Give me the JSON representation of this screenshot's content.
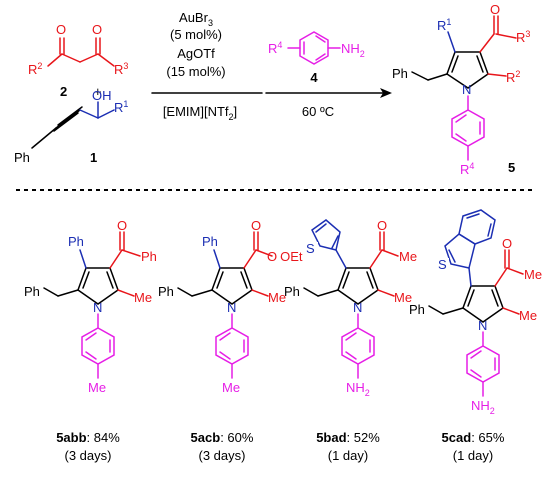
{
  "scheme": {
    "reagent_2": {
      "number": "2",
      "r2": "R",
      "r2_sup": "2",
      "r3": "R",
      "r3_sup": "3"
    },
    "plus": "+",
    "reagent_1": {
      "number": "1",
      "oh": "OH",
      "r1": "R",
      "r1_sup": "1",
      "ph": "Ph"
    },
    "conditions_step1": {
      "catalyst": "AuBr",
      "catalyst_sub": "3",
      "catalyst_load": "(5 mol%)",
      "cocatalyst": "AgOTf",
      "cocatalyst_load": "(15 mol%)",
      "solvent": "[EMIM][NTf",
      "solvent_sub": "2",
      "solvent_end": "]"
    },
    "reagent_4": {
      "number": "4",
      "r4": "R",
      "r4_sup": "4",
      "nh2": "NH",
      "nh2_sub": "2"
    },
    "conditions_step2": {
      "temperature": "60 ºC"
    },
    "product_5": {
      "number": "5",
      "r1": "R",
      "r1_sup": "1",
      "r2": "R",
      "r2_sup": "2",
      "r3": "R",
      "r3_sup": "3",
      "r4": "R",
      "r4_sup": "4",
      "ph": "Ph",
      "n": "N",
      "o": "O"
    }
  },
  "examples": [
    {
      "id": "5abb",
      "yield": ": 84%",
      "time": "(3 days)",
      "top": "Ph",
      "acyl": "Ph",
      "para": "Me"
    },
    {
      "id": "5acb",
      "yield": ": 60%",
      "time": "(3 days)",
      "top": "Ph",
      "acyl": "OEt",
      "para": "Me"
    },
    {
      "id": "5bad",
      "yield": ": 52%",
      "time": "(1 day)",
      "top": "S",
      "acyl": "Me",
      "para": "NH",
      "para_sub": "2"
    },
    {
      "id": "5cad",
      "yield": ": 65%",
      "time": "(1 day)",
      "top": "S",
      "acyl": "Me",
      "para": "NH",
      "para_sub": "2"
    }
  ],
  "common": {
    "bn": "Ph",
    "methyl": "Me",
    "n": "N",
    "o": "O"
  },
  "colors": {
    "red": "#e8161b",
    "blue": "#1c2fb3",
    "magenta": "#e61ee6",
    "black": "#000000"
  }
}
